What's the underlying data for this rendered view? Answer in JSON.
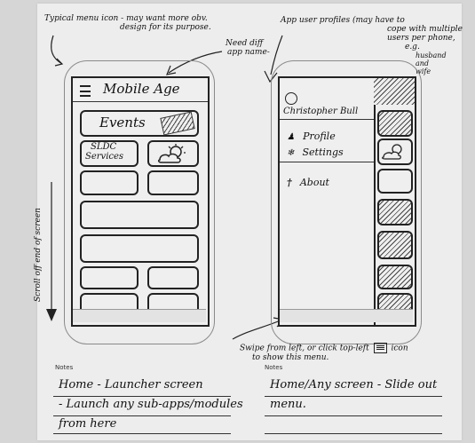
{
  "annotations": {
    "menu_icon_note_line1": "Typical menu icon - may want more obv.",
    "menu_icon_note_line2": "design for its purpose.",
    "app_name_note_line1": "Need diff",
    "app_name_note_line2": "app name-",
    "profiles_note_line1": "App user profiles (may have to",
    "profiles_note_line2": "cope with multiple",
    "profiles_note_line3": "users per phone,",
    "profiles_note_line4": "e.g.",
    "profiles_note_line5": "husband",
    "profiles_note_line6": "and",
    "profiles_note_line7": "wife",
    "scroll_note": "Scroll off end of screen",
    "swipe_note_line1": "Swipe from left, or click top-left",
    "swipe_note_icon": "menu-icon",
    "swipe_note_line1_end": "icon",
    "swipe_note_line2": "to show this menu."
  },
  "left_phone": {
    "app_title": "Mobile Age",
    "tiles": {
      "events": "Events",
      "slc_line1": "SLDC",
      "slc_line2": "Services"
    }
  },
  "right_phone": {
    "user_name": "Christopher Bull",
    "menu": {
      "profile": "Profile",
      "settings": "Settings",
      "about": "About"
    }
  },
  "notes": {
    "left_label": "Notes",
    "left_line1": "Home - Launcher screen",
    "left_line2": "- Launch any sub-apps/modules",
    "left_line3": "from here",
    "right_label": "Notes",
    "right_line1": "Home/Any screen - Slide out",
    "right_line2": "menu."
  }
}
